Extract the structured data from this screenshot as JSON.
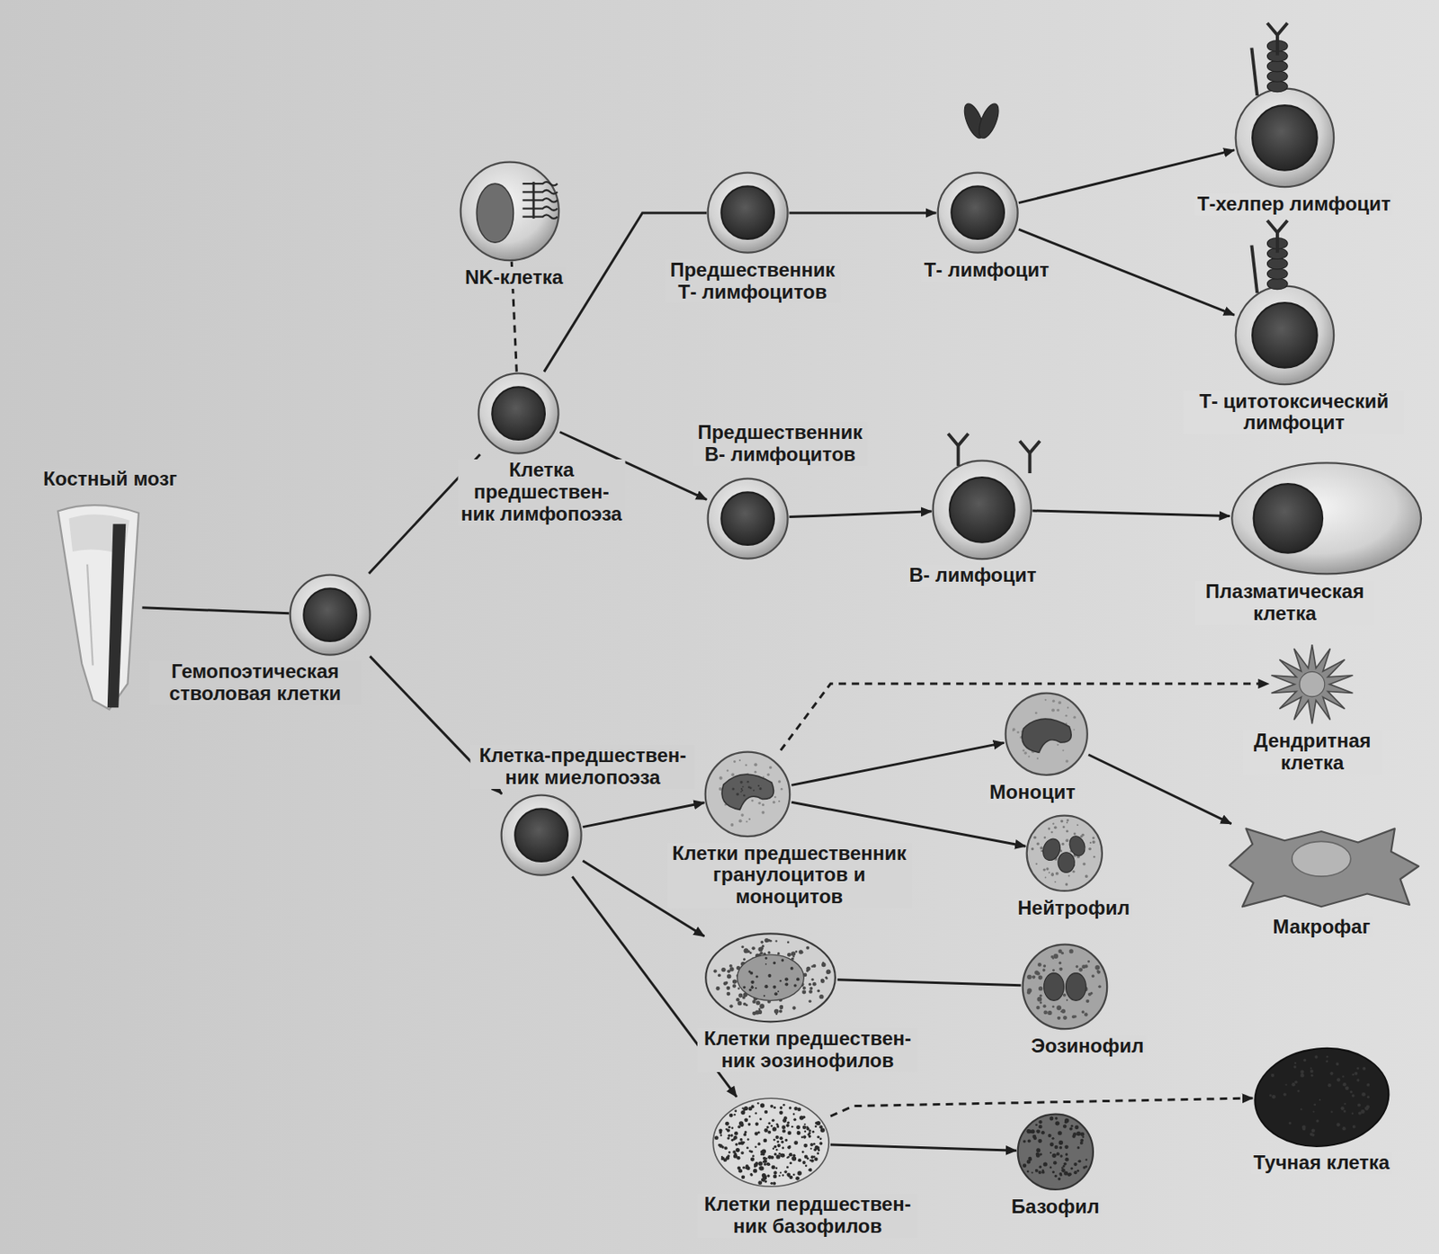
{
  "diagram": {
    "nodes": [
      {
        "text": [
          "Костный мозг"
        ]
      },
      {
        "text": [
          "Гемопоэтическая стволовая клетки"
        ]
      },
      {
        "text": [
          "NK-клетка"
        ]
      },
      {
        "text": [
          "Клетка предшествен- ник лимфопоэза"
        ]
      },
      {
        "text": [
          "Предшественник Т- лимфоцитов"
        ]
      },
      {
        "text": [
          "Т- лимфоцит"
        ]
      },
      {
        "text": [
          "Т-хелпер лимфоцит"
        ]
      },
      {
        "text": [
          "Т- цитотоксический лимфоцит"
        ]
      },
      {
        "text": [
          "Предшественник В- лимфоцитов"
        ]
      },
      {
        "text": [
          "В- лимфоцит"
        ]
      },
      {
        "text": [
          "Плазматическая клетка"
        ]
      },
      {
        "text": [
          "Клетка-предшествен- ник миелопоэза"
        ]
      },
      {
        "text": [
          "Клетки предшественник гранулоцитов и моноцитов"
        ]
      },
      {
        "text": [
          "Моноцит"
        ]
      },
      {
        "text": [
          "Нейтрофил"
        ]
      },
      {
        "text": [
          "Дендритная клетка"
        ]
      },
      {
        "text": [
          "Макрофаг"
        ]
      },
      {
        "text": [
          "Клетки предшествен- ник эозинофилов"
        ]
      },
      {
        "text": [
          "Эозинофил"
        ]
      },
      {
        "text": [
          "Клетки пердшествен- ник базофилов"
        ]
      },
      {
        "text": [
          "Базофил"
        ]
      },
      {
        "text": [
          "Тучная клетка"
        ]
      }
    ],
    "edges": [
      {
        "from": 0,
        "to": 1,
        "arrow": "none"
      },
      {
        "from": 1,
        "to": 3,
        "arrow": "none"
      },
      {
        "from": 1,
        "to": 11,
        "arrow": "to"
      },
      {
        "from": 3,
        "to": 2,
        "arrow": "none"
      },
      {
        "from": 3,
        "to": 4,
        "arrow": "none"
      },
      {
        "from": 3,
        "to": 8,
        "arrow": "to"
      },
      {
        "from": 4,
        "to": 5,
        "arrow": "to"
      },
      {
        "from": 5,
        "to": 6,
        "arrow": "to"
      },
      {
        "from": 5,
        "to": 7,
        "arrow": "to"
      },
      {
        "from": 8,
        "to": 9,
        "arrow": "to"
      },
      {
        "from": 9,
        "to": 10,
        "arrow": "to"
      },
      {
        "from": 11,
        "to": 12,
        "arrow": "to"
      },
      {
        "from": 11,
        "to": 17,
        "arrow": "to"
      },
      {
        "from": 11,
        "to": 19,
        "arrow": "to"
      },
      {
        "from": 12,
        "to": 15,
        "arrow": "to"
      },
      {
        "from": 12,
        "to": 13,
        "arrow": "to"
      },
      {
        "from": 12,
        "to": 14,
        "arrow": "to"
      },
      {
        "from": 13,
        "to": 16,
        "arrow": "to"
      },
      {
        "from": 17,
        "to": 18,
        "arrow": "none"
      },
      {
        "from": 19,
        "to": 20,
        "arrow": "to"
      },
      {
        "from": 19,
        "to": 21,
        "arrow": "to"
      }
    ]
  }
}
